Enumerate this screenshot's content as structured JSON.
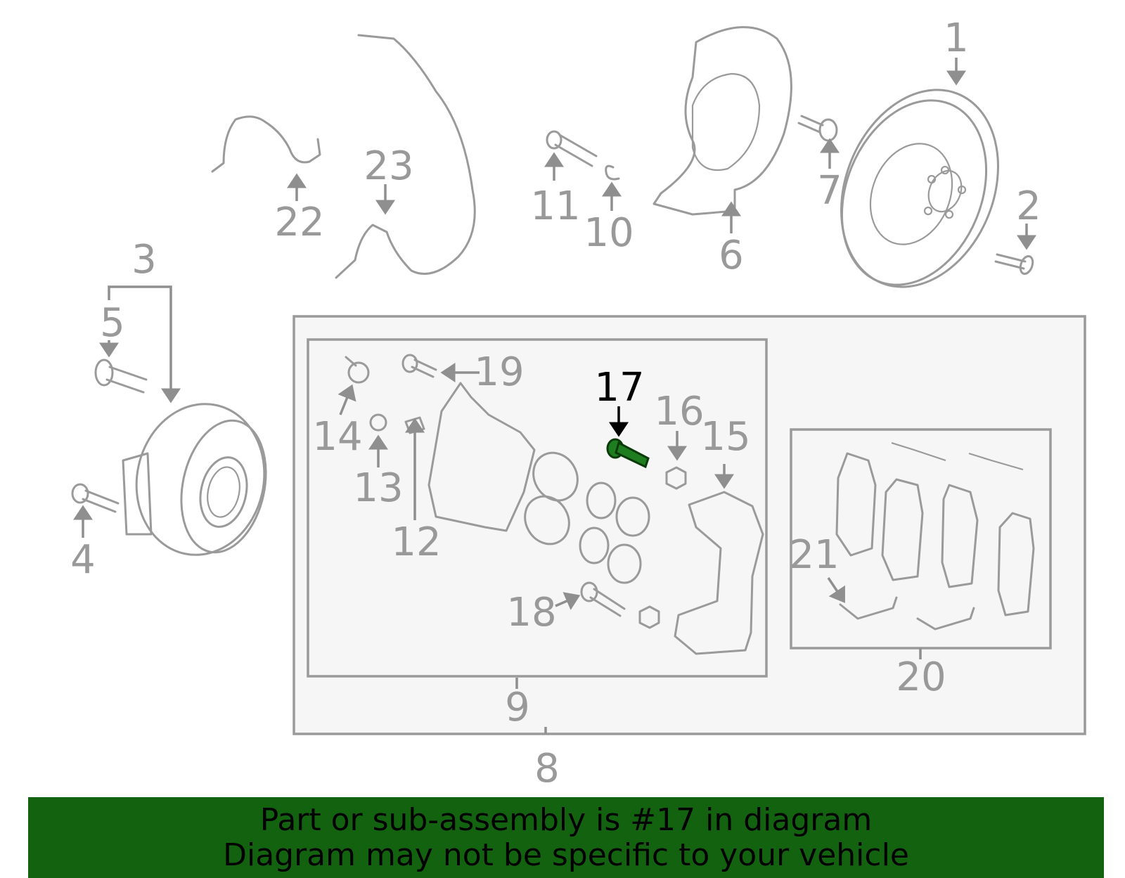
{
  "highlight_color": "#1e7d1e",
  "banner_color": "#136210",
  "callouts": [
    "1",
    "2",
    "3",
    "4",
    "5",
    "6",
    "7",
    "8",
    "9",
    "10",
    "11",
    "12",
    "13",
    "14",
    "15",
    "16",
    "17",
    "18",
    "19",
    "20",
    "21",
    "22",
    "23"
  ],
  "highlighted_part": "17",
  "banner": {
    "line1": "Part or sub-assembly is #17 in diagram",
    "line2": "Diagram may not be specific to your vehicle"
  }
}
